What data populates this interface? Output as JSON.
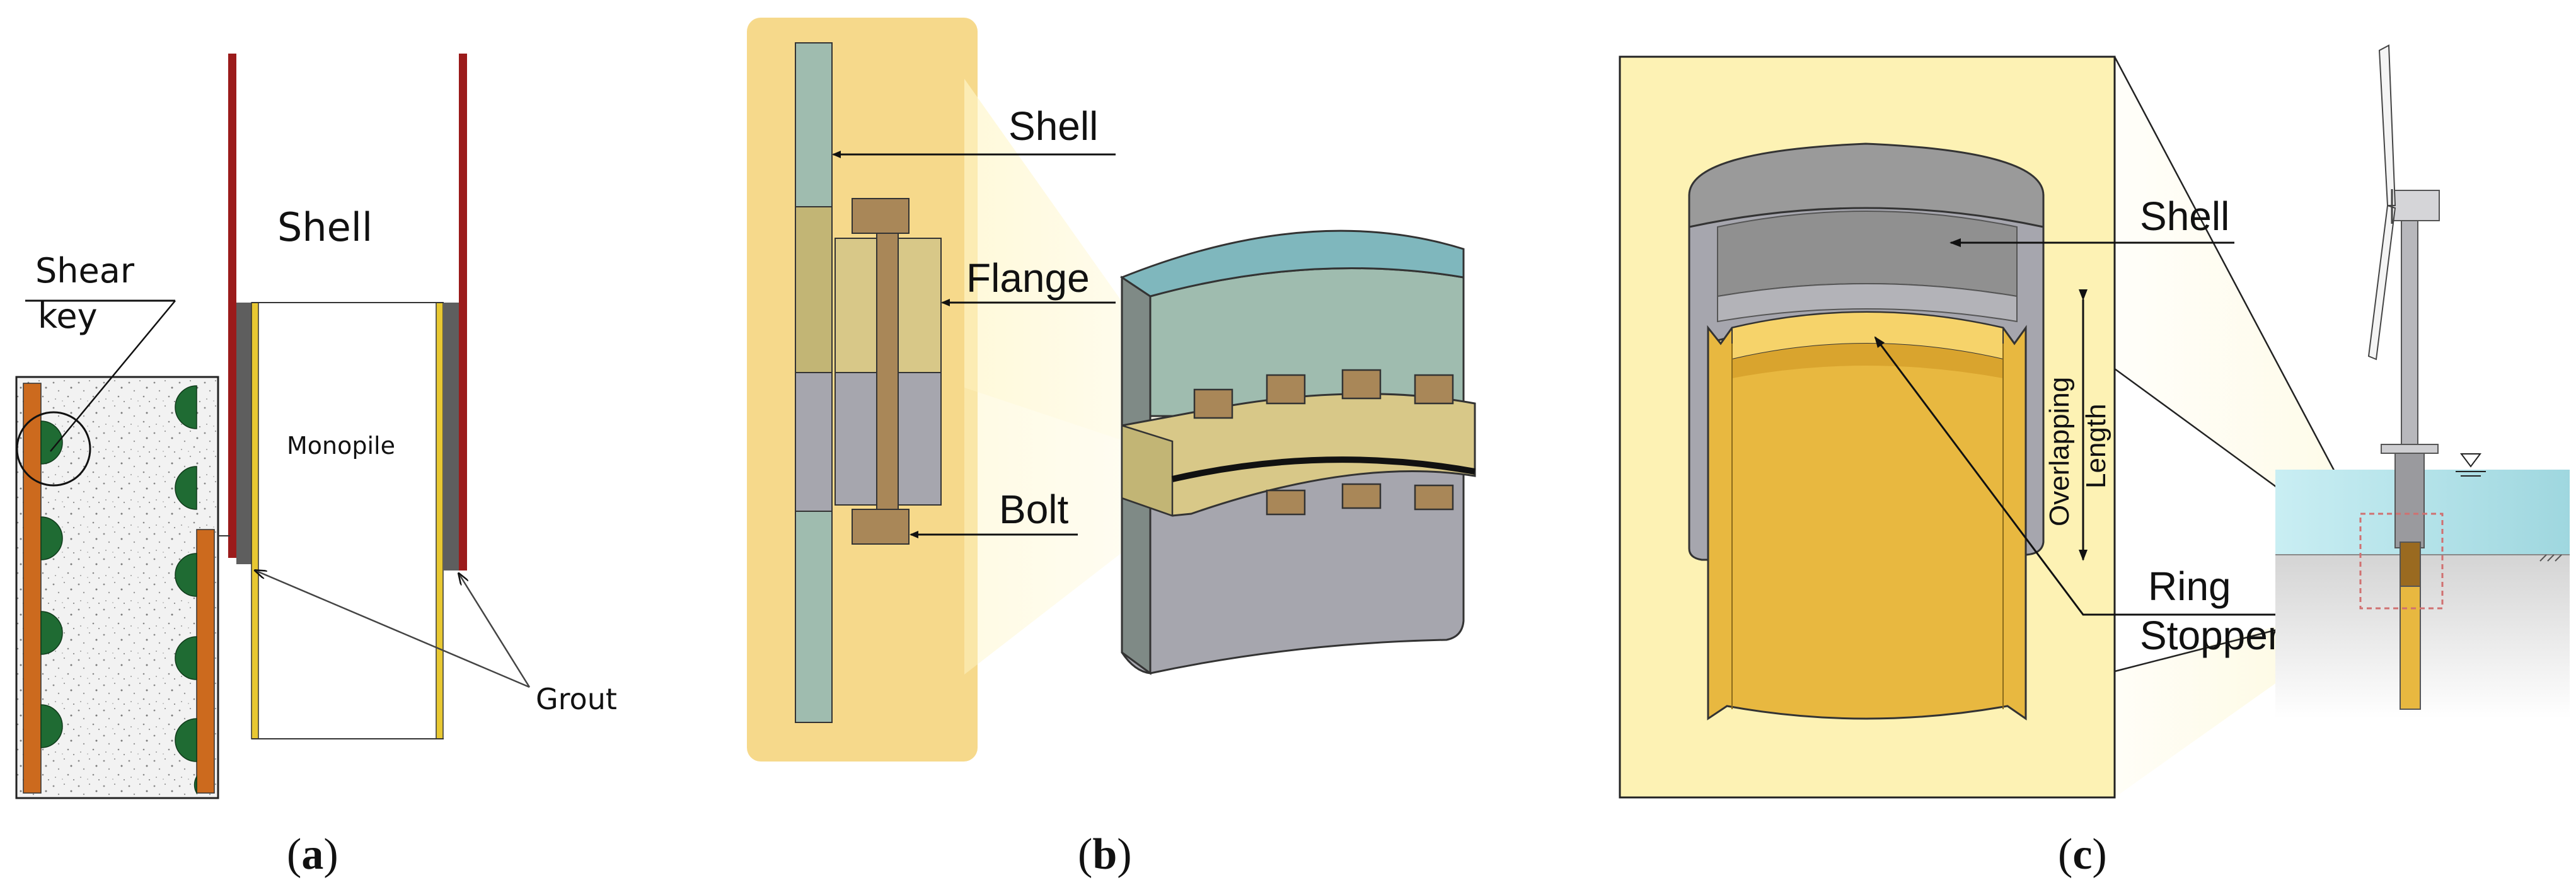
{
  "panel_a": {
    "shell_label": "Shell",
    "shear_key_line1": "Shear",
    "shear_key_line2": "key",
    "monopile_label": "Monopile",
    "grout_label": "Grout",
    "caption_open": "(",
    "caption_letter": "a",
    "caption_close": ")"
  },
  "panel_b": {
    "shell_label": "Shell",
    "flange_label": "Flange",
    "bolt_label": "Bolt",
    "caption_open": "(",
    "caption_letter": "b",
    "caption_close": ")"
  },
  "panel_c": {
    "shell_label": "Shell",
    "overlap_line1": "Overlapping",
    "overlap_line2": "Length",
    "ring_line1": "Ring",
    "ring_line2": "Stopper",
    "caption_open": "(",
    "caption_letter": "c",
    "caption_close": ")"
  },
  "colors": {
    "shell_red": "#9b1b1b",
    "grout_gray": "#5e5e5e",
    "monopile_yellow": "#e8c832",
    "shear_key_green": "#1f6b33",
    "orange_plate": "#cc6a1e",
    "panel_b_bg": "#f6d98b",
    "shell_teal": "#9fbcaf",
    "flange_tan": "#d8c888",
    "bolt_brown": "#a98758",
    "steel_gray": "#a6a6ae",
    "panel_c_bg": "#fdf2b4",
    "ring_gold": "#e8b840",
    "sea_blue": "#9fd7df"
  }
}
